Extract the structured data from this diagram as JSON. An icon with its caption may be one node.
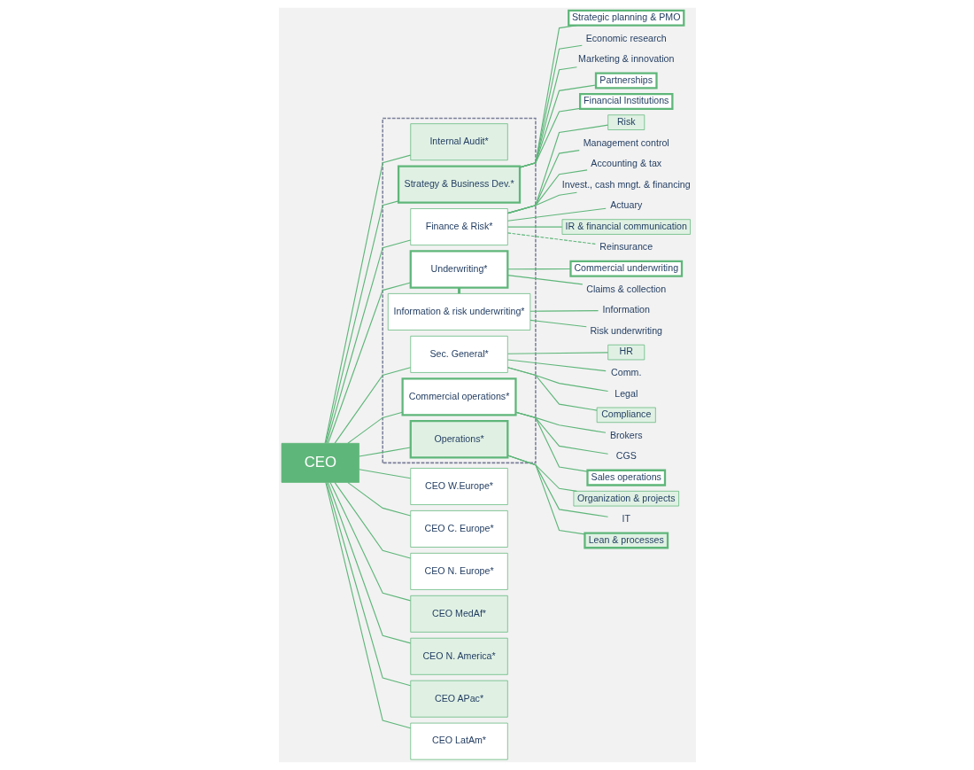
{
  "diagram": {
    "nodes": [
      {
        "text": [
          "CEO"
        ]
      },
      {
        "text": [],
        "shape": "box"
      },
      {
        "text": [
          "Internal Audit*"
        ],
        "in": 1
      },
      {
        "text": [
          "Strategy & Business Dev.*"
        ],
        "in": 1
      },
      {
        "text": [
          "Strategic planning & PMO"
        ]
      },
      {
        "text": [
          "Economic research"
        ]
      },
      {
        "text": [
          "Marketing & innovation"
        ]
      },
      {
        "text": [
          "Partnerships"
        ]
      },
      {
        "text": [
          "Financial Institutions"
        ]
      },
      {
        "text": [
          "Risk"
        ]
      },
      {
        "text": [
          "Management control"
        ]
      },
      {
        "text": [
          "Accounting & tax"
        ]
      },
      {
        "text": [
          "Invest., cash mngt. & financing"
        ]
      },
      {
        "text": [
          "Actuary"
        ]
      },
      {
        "text": [
          "IR & financial communication"
        ]
      },
      {
        "text": [
          "Reinsurance"
        ]
      },
      {
        "text": [
          "Finance & Risk*"
        ],
        "in": 1
      },
      {
        "text": [
          "Underwriting*"
        ],
        "in": 1
      },
      {
        "text": [
          "Commercial underwriting"
        ]
      },
      {
        "text": [
          "Claims & collection"
        ]
      },
      {
        "text": [
          "Information & risk underwriting*"
        ],
        "in": 1
      },
      {
        "text": [
          "Information"
        ]
      },
      {
        "text": [
          "Risk underwriting"
        ]
      },
      {
        "text": [
          "HR"
        ]
      },
      {
        "text": [
          "Comm."
        ]
      },
      {
        "text": [
          "Legal"
        ]
      },
      {
        "text": [
          "Compliance"
        ]
      },
      {
        "text": [
          "Sec. General*"
        ],
        "in": 1
      },
      {
        "text": [
          "Commercial operations*"
        ],
        "in": 1
      },
      {
        "text": [
          "Brokers"
        ]
      },
      {
        "text": [
          "CGS"
        ]
      },
      {
        "text": [
          "Sales operations"
        ]
      },
      {
        "text": [
          "Organization & projects"
        ]
      },
      {
        "text": [
          "IT"
        ]
      },
      {
        "text": [
          "Lean & processes"
        ]
      },
      {
        "text": [
          "Operations*"
        ],
        "in": 1
      },
      {
        "text": [
          "CEO W.Europe*"
        ]
      },
      {
        "text": [
          "CEO C. Europe*"
        ]
      },
      {
        "text": [
          "CEO N. Europe*"
        ]
      },
      {
        "text": [
          "CEO MedAf*"
        ]
      },
      {
        "text": [
          "CEO N. America*"
        ]
      },
      {
        "text": [
          "CEO APac*"
        ]
      },
      {
        "text": [
          "CEO LatAm*"
        ]
      }
    ],
    "edges": [
      {
        "from": 0,
        "to": 2,
        "arrow": "none"
      },
      {
        "from": 0,
        "to": 3,
        "arrow": "none"
      },
      {
        "from": 3,
        "to": 4,
        "arrow": "none"
      },
      {
        "from": 3,
        "to": 5,
        "arrow": "none"
      },
      {
        "from": 3,
        "to": 6,
        "arrow": "none"
      },
      {
        "from": 3,
        "to": 7,
        "arrow": "none"
      },
      {
        "from": 3,
        "to": 8,
        "arrow": "none"
      },
      {
        "from": 0,
        "to": 16,
        "arrow": "none"
      },
      {
        "from": 16,
        "to": 9,
        "arrow": "none"
      },
      {
        "from": 16,
        "to": 10,
        "arrow": "none"
      },
      {
        "from": 16,
        "to": 11,
        "arrow": "none"
      },
      {
        "from": 16,
        "to": 12,
        "arrow": "none"
      },
      {
        "from": 16,
        "to": 13,
        "arrow": "none"
      },
      {
        "from": 16,
        "to": 14,
        "arrow": "none"
      },
      {
        "from": 16,
        "to": 15,
        "arrow": "none",
        "style": "dashed"
      },
      {
        "from": 0,
        "to": 17,
        "arrow": "none"
      },
      {
        "from": 17,
        "to": 18,
        "arrow": "none"
      },
      {
        "from": 17,
        "to": 19,
        "arrow": "none"
      },
      {
        "from": 17,
        "to": 20,
        "arrow": "none",
        "style": "thick"
      },
      {
        "from": 20,
        "to": 21,
        "arrow": "none"
      },
      {
        "from": 20,
        "to": 22,
        "arrow": "none"
      },
      {
        "from": 0,
        "to": 27,
        "arrow": "none"
      },
      {
        "from": 27,
        "to": 23,
        "arrow": "none"
      },
      {
        "from": 27,
        "to": 24,
        "arrow": "none"
      },
      {
        "from": 27,
        "to": 25,
        "arrow": "none"
      },
      {
        "from": 27,
        "to": 26,
        "arrow": "none"
      },
      {
        "from": 0,
        "to": 28,
        "arrow": "none"
      },
      {
        "from": 28,
        "to": 29,
        "arrow": "none"
      },
      {
        "from": 28,
        "to": 30,
        "arrow": "none"
      },
      {
        "from": 28,
        "to": 31,
        "arrow": "none"
      },
      {
        "from": 0,
        "to": 35,
        "arrow": "none"
      },
      {
        "from": 35,
        "to": 32,
        "arrow": "none"
      },
      {
        "from": 35,
        "to": 33,
        "arrow": "none"
      },
      {
        "from": 35,
        "to": 34,
        "arrow": "none"
      },
      {
        "from": 0,
        "to": 36,
        "arrow": "none"
      },
      {
        "from": 0,
        "to": 37,
        "arrow": "none"
      },
      {
        "from": 0,
        "to": 38,
        "arrow": "none"
      },
      {
        "from": 0,
        "to": 39,
        "arrow": "none"
      },
      {
        "from": 0,
        "to": 40,
        "arrow": "none"
      },
      {
        "from": 0,
        "to": 41,
        "arrow": "none"
      },
      {
        "from": 0,
        "to": 42,
        "arrow": "none"
      }
    ]
  }
}
